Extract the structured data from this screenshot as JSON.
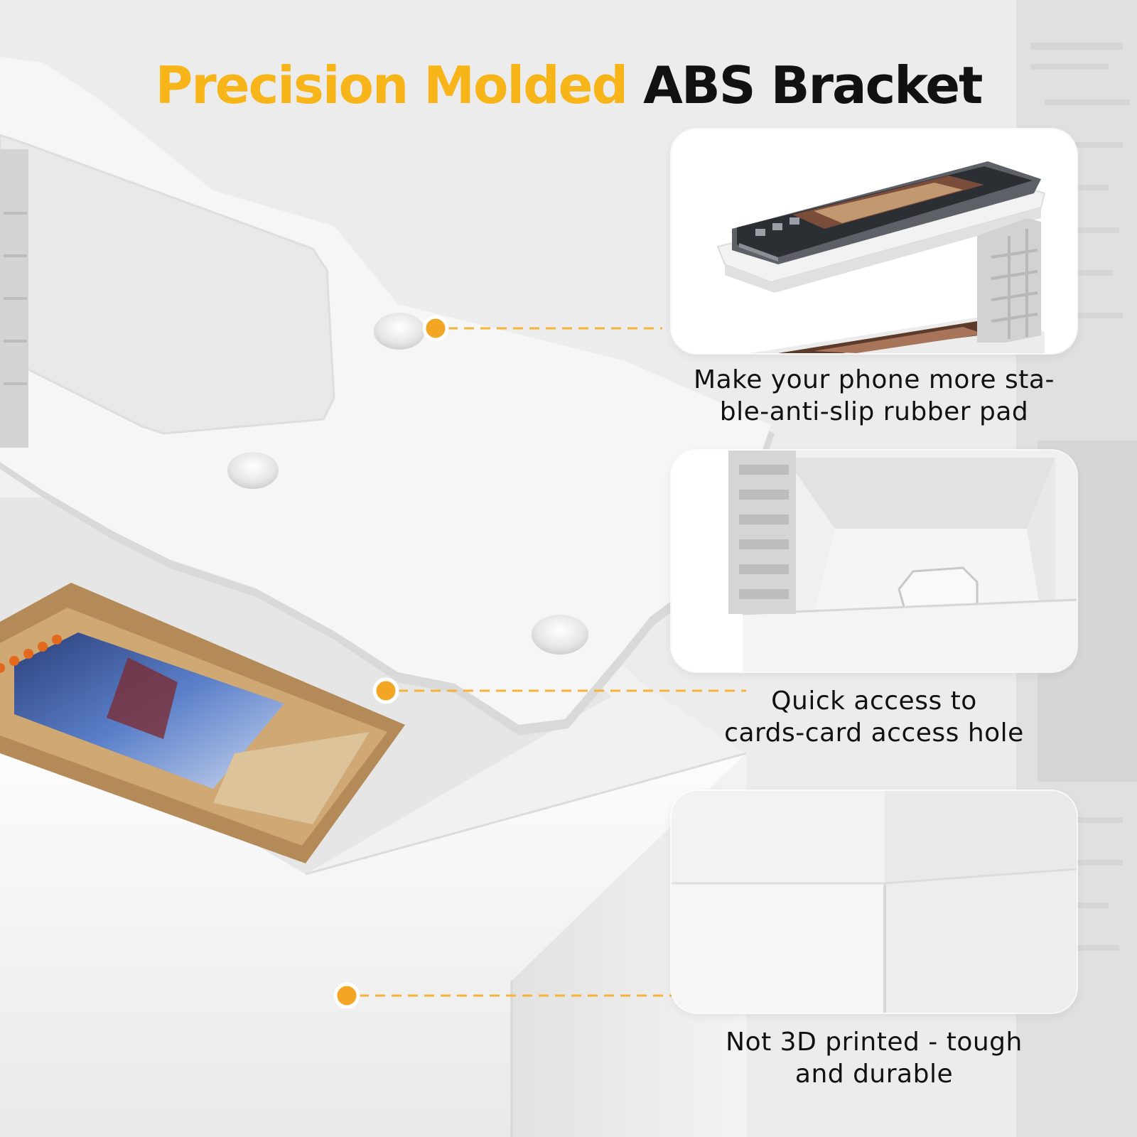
{
  "headline": {
    "accent_text": "Precision Molded",
    "dark_text": "ABS Bracket"
  },
  "colors": {
    "accent": "#f7b51a",
    "text": "#111111",
    "background": "#ececec",
    "panel": "#ffffff",
    "product": "#f4f4f4"
  },
  "features": [
    {
      "line1": "Make your phone more sta-",
      "line2": "ble-anti-slip rubber pad"
    },
    {
      "line1": "Quick access to",
      "line2": "cards-card access hole"
    },
    {
      "line1": "Not 3D printed - tough",
      "line2": "and durable"
    }
  ]
}
